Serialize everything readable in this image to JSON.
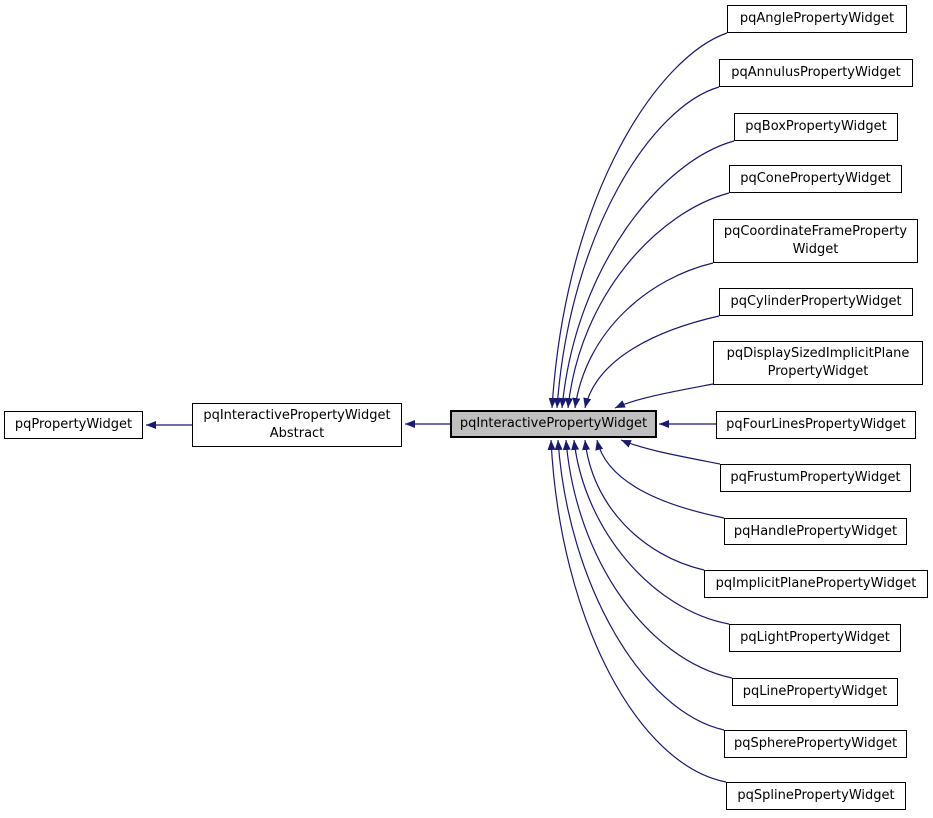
{
  "diagram": {
    "type": "inheritance-graph",
    "colors": {
      "edge": "#191970",
      "border": "#000000",
      "node_fill": "#ffffff",
      "current_fill": "#bfbfbf",
      "text": "#000000",
      "background": "#ffffff"
    },
    "nodes": {
      "base": {
        "label": "pqPropertyWidget"
      },
      "abstract": {
        "line1": "pqInteractivePropertyWidget",
        "line2": "Abstract"
      },
      "current": {
        "label": "pqInteractivePropertyWidget"
      },
      "derived": [
        {
          "label": "pqAnglePropertyWidget"
        },
        {
          "label": "pqAnnulusPropertyWidget"
        },
        {
          "label": "pqBoxPropertyWidget"
        },
        {
          "label": "pqConePropertyWidget"
        },
        {
          "line1": "pqCoordinateFrameProperty",
          "line2": "Widget"
        },
        {
          "label": "pqCylinderPropertyWidget"
        },
        {
          "line1": "pqDisplaySizedImplicitPlane",
          "line2": "PropertyWidget"
        },
        {
          "label": "pqFourLinesPropertyWidget"
        },
        {
          "label": "pqFrustumPropertyWidget"
        },
        {
          "label": "pqHandlePropertyWidget"
        },
        {
          "label": "pqImplicitPlanePropertyWidget"
        },
        {
          "label": "pqLightPropertyWidget"
        },
        {
          "label": "pqLinePropertyWidget"
        },
        {
          "label": "pqSpherePropertyWidget"
        },
        {
          "label": "pqSplinePropertyWidget"
        }
      ]
    }
  }
}
